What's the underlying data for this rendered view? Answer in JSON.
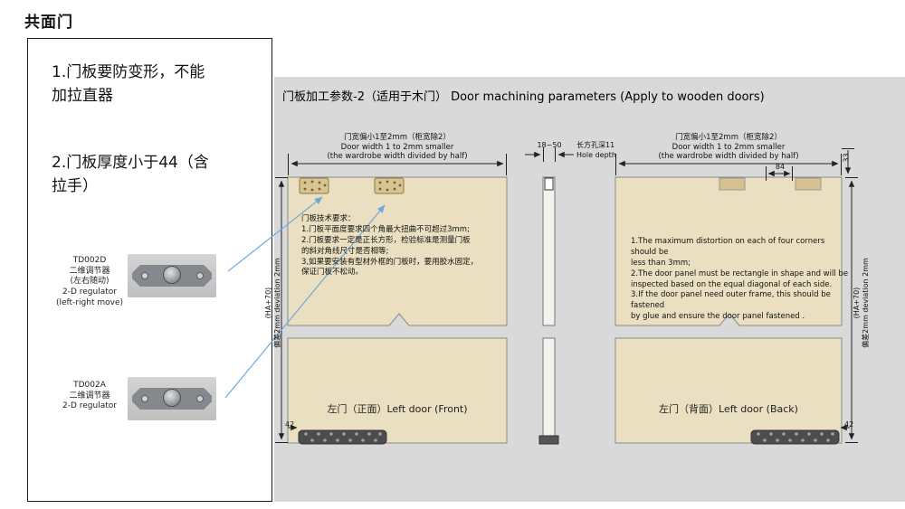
{
  "page": {
    "title": "共面门"
  },
  "left_panel": {
    "note1": "1.门板要防变形，不能\n加拉直器",
    "note2": "2.门板厚度小于44（含\n拉手）",
    "product1_label": "TD002D\n二维调节器\n(左右随动)\n2-D regulator\n(left-right move)",
    "product2_label": "TD002A\n二维调节器\n2-D regulator"
  },
  "diagram": {
    "title": "门板加工参数-2（适用于木门） Door machining parameters (Apply to wooden doors)",
    "door_width_note": "门宽偏小1至2mm（柜宽除2）\nDoor width 1 to 2mm smaller\n(the wardrobe width divided by half)",
    "thickness_range": "18~50",
    "hole_note": "长方孔深11\nHole depth",
    "height_dim_label": "(HA+70)\n偏差2mm deviation 2mm",
    "dim_84": "84",
    "dim_33": "33",
    "dim_42": "42",
    "tech_notes_cn": "门板技术要求：\n1.门板平面度要求四个角最大扭曲不可超过3mm;\n2.门板要求一定是正长方形，检验标准是测量门板\n的斜对角线尺寸是否相等;\n3,如果要安装有型材外框的门板时，要用胶水固定，\n保证门板不松动。",
    "tech_notes_en": "1.The maximum distortion on each of four corners should be\nless than 3mm;\n2.The door panel must be rectangle in shape and will be\ninspected based on the equal diagonal of each side.\n3.If the door panel need outer frame, this should be fastened\nby glue and ensure the door panel fastened .",
    "left_door_label": "左门（正面）Left door (Front)",
    "right_door_label": "左门（背面）Left door (Back)"
  },
  "colors": {
    "panel_bg": "#d9d9d9",
    "door_fill": "#eadfc0",
    "plate_fill": "#d9c48f",
    "hinge_fill": "#4d4d4d",
    "pointer_blue": "#6fa8dc"
  }
}
